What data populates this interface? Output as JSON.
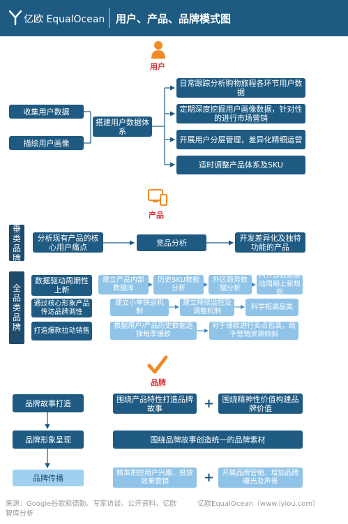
{
  "header": {
    "logo": "亿欧 EqualOcean",
    "title": "用户、产品、品牌模式图"
  },
  "user_section": {
    "label": "用户",
    "inputs": [
      "收集用户数据",
      "描绘用户画像"
    ],
    "center": "搭建用户数据体系",
    "outputs": [
      "日常跟踪分析购物旅程各环节用户数据",
      "定期深度挖掘用户画像数据，针对性的进行市场营销",
      "开展用户分层管理，差异化精细运营",
      "适时调整产品体系及SKU"
    ]
  },
  "product_section": {
    "label": "产品",
    "vertical": {
      "label": "垂类品牌",
      "steps": [
        "分析现有产品的核心用户痛点",
        "竞品分析",
        "开发差异化及独特功能的产品"
      ]
    },
    "full": {
      "label": "全品类品牌",
      "rows": [
        {
          "head": "数据驱动周期性上新",
          "items": [
            "建立产品内部数据库",
            "历史SKU数据分析",
            "外区趋势数据分析",
            "内外部数据驱动周期上新规则"
          ]
        },
        {
          "head": "通过核心形象产品传达品牌调性",
          "items": [
            "建立小单快返机制",
            "建立持续监控及调整机制",
            "科学拓展品类"
          ]
        },
        {
          "head": "打造爆款拉动销售",
          "items": [
            "根据用户/产品历史数据选择每季爆款",
            "对于爆款进行卖点包装，给予营销资源倾斜"
          ]
        }
      ]
    }
  },
  "brand_section": {
    "label": "品牌",
    "steps": [
      "品牌故事打造",
      "品牌形象呈现",
      "品牌传播"
    ],
    "row1": [
      "围绕产品特性打造品牌故事",
      "围绕精神性价值构建品牌价值"
    ],
    "row2": "围绕品牌故事创造统一的品牌素材",
    "row3": [
      "精准把控用户兴趣、投放效果营销",
      "开展品牌营销、增加品牌曝光及声誉"
    ],
    "plus": "+"
  },
  "footer": {
    "source": "来源：Google谷歌和德勤、专家访谈、公开资料、亿欧智库分析",
    "credit": "亿欧EqualOcean（www.iyiou.com）"
  }
}
